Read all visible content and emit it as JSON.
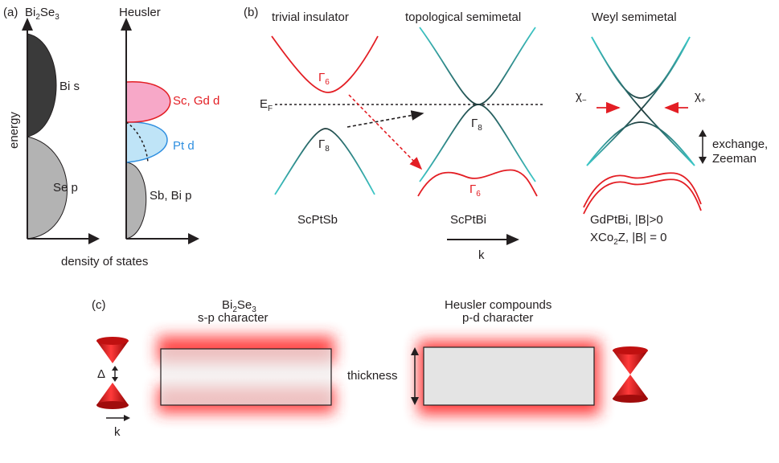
{
  "panel_a": {
    "label": "(a)",
    "bise_title": "Bi2Se3",
    "heusler_title": "Heusler",
    "ylabel": "energy",
    "xlabel": "density of states",
    "bi_s": "Bi s",
    "se_p": "Se p",
    "sc_gd_d": "Sc, Gd d",
    "pt_d": "Pt d",
    "sb_bi_p": "Sb, Bi p"
  },
  "panel_b": {
    "label": "(b)",
    "title_trivial": "trivial insulator",
    "title_topo": "topological semimetal",
    "title_weyl": "Weyl semimetal",
    "fermi_label": "EF",
    "gamma6": "Γ6",
    "gamma8": "Γ8",
    "compound_trivial": "ScPtSb",
    "compound_topo": "ScPtBi",
    "weyl_line1": "GdPtBi,  |B|>0",
    "weyl_line2": "XCo2Z,  |B| = 0",
    "chi_minus": "χ−",
    "chi_plus": "χ+",
    "exchange_1": "exchange,",
    "exchange_2": "Zeeman",
    "k_label": "k"
  },
  "panel_c": {
    "label": "(c)",
    "left_title_1": "Bi2Se3",
    "left_title_2": "s-p character",
    "right_title_1": "Heusler compounds",
    "right_title_2": "p-d character",
    "thickness": "thickness",
    "delta": "Δ",
    "k_label": "k"
  },
  "colors": {
    "red": "#e31e24",
    "cyan": "#3cc8c8",
    "dark": "#231f20",
    "pink": "#f7a8c8",
    "lightblue": "#bfe4f7",
    "bi_s_fill": "#3a3a3a",
    "se_p_fill": "#b3b3b3"
  }
}
